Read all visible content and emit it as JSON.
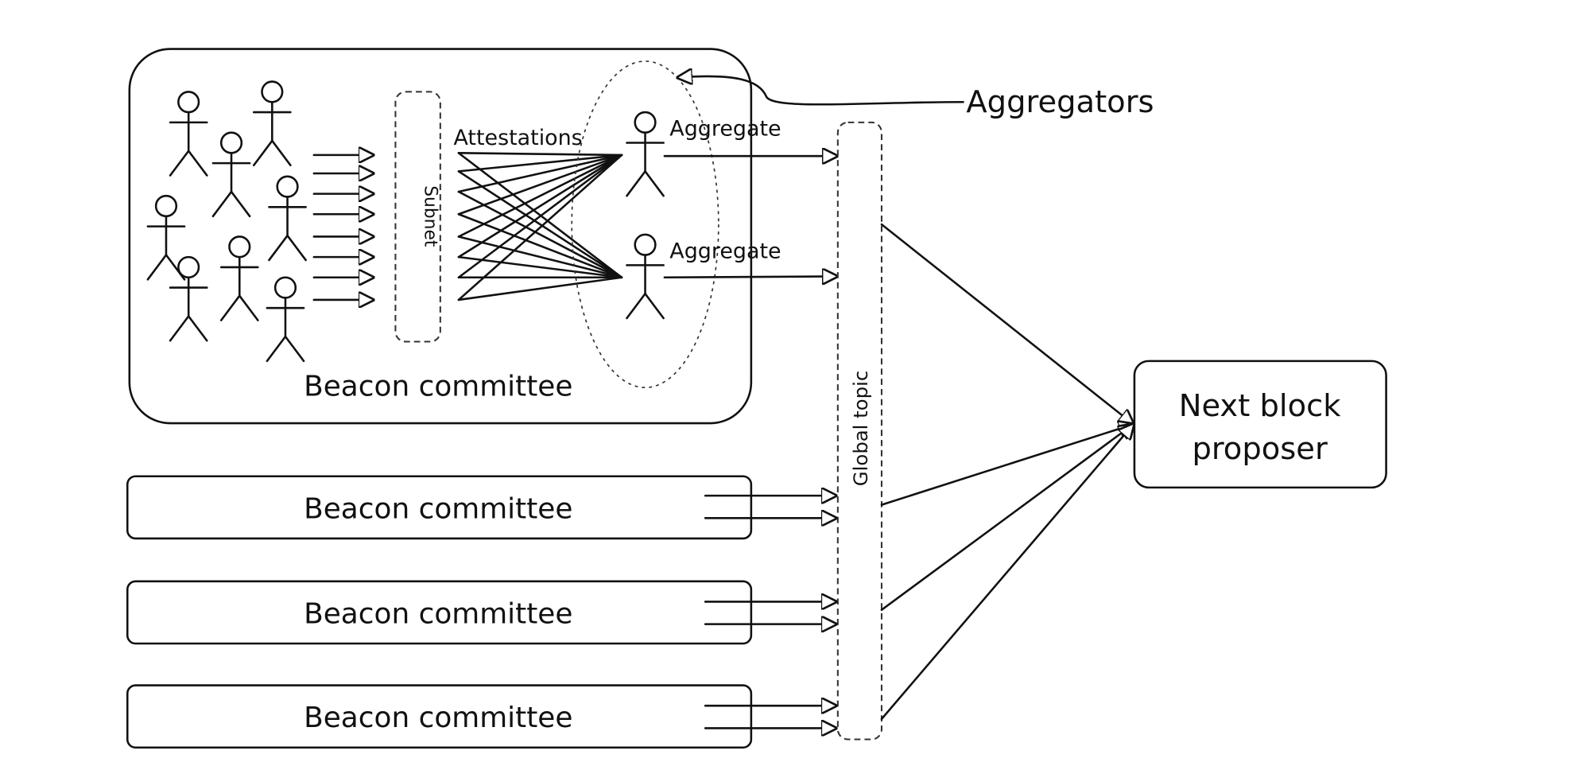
{
  "labels": {
    "aggregators": "Aggregators",
    "attestations": "Attestations",
    "subnet": "Subnet",
    "aggregate_1": "Aggregate",
    "aggregate_2": "Aggregate",
    "global_topic": "Global topic",
    "next_block_proposer_line1": "Next block",
    "next_block_proposer_line2": "proposer",
    "committees": [
      "Beacon committee",
      "Beacon committee",
      "Beacon committee",
      "Beacon committee"
    ]
  },
  "colors": {
    "stroke": "#111111",
    "background": "#ffffff"
  }
}
